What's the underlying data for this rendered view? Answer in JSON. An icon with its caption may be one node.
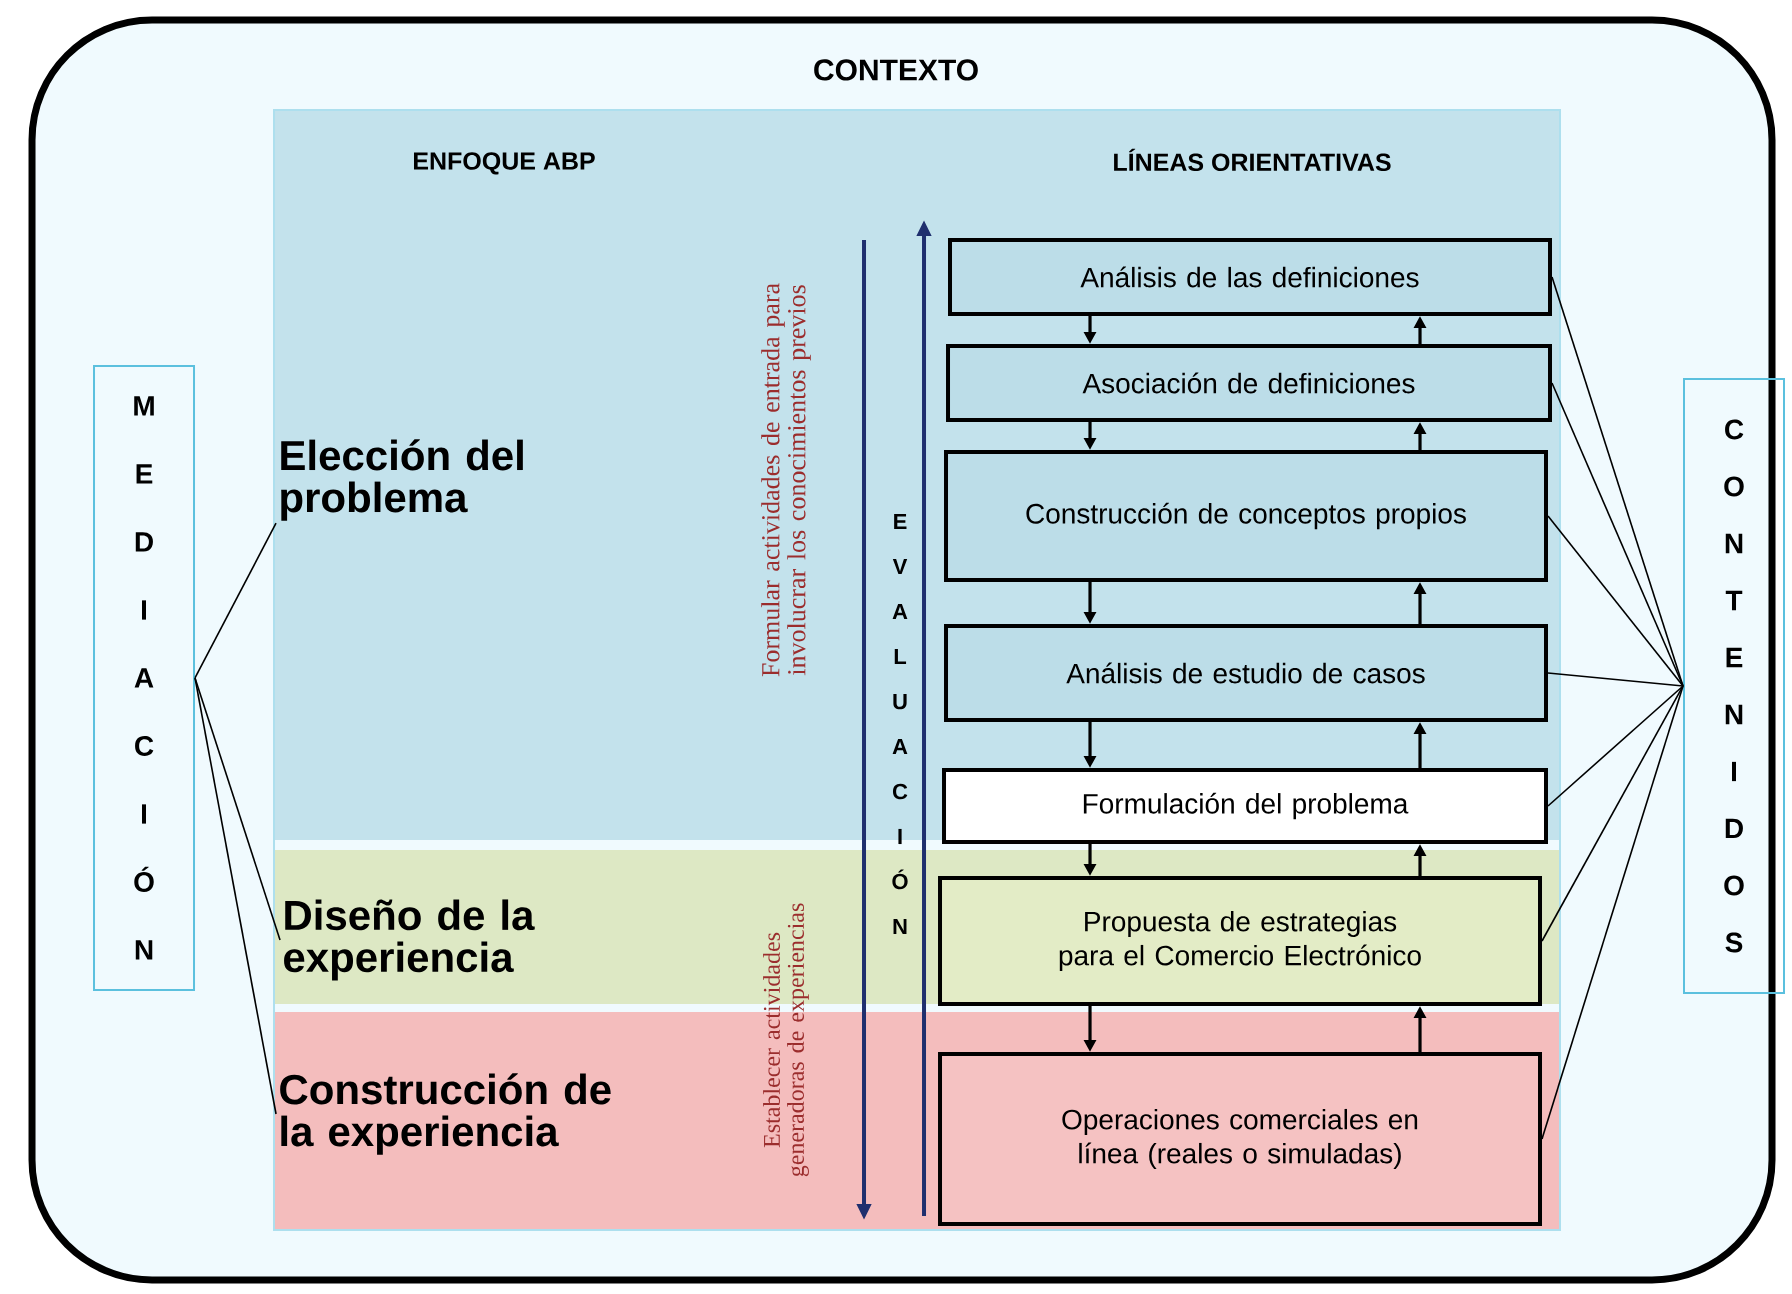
{
  "diagram": {
    "nodes": [
      {
        "text": [
          "CONTEXTO"
        ]
      },
      {
        "text": [
          "ENFOQUE ABP",
          "LÍNEAS ORIENTATIVAS"
        ],
        "in": 0
      },
      {
        "text": [
          "M E D I A C I Ó N"
        ],
        "in": 0
      },
      {
        "text": [
          "C O N T E N I D O S"
        ],
        "in": 0
      },
      {
        "text": [
          "Elección del problema"
        ],
        "in": 1
      },
      {
        "text": [
          "Diseño de la experiencia"
        ],
        "in": 1
      },
      {
        "text": [
          "Construcción de la experiencia"
        ],
        "in": 1
      },
      {
        "text": [
          "Análisis de las definiciones"
        ],
        "in": 1
      },
      {
        "text": [
          "Asociación de definiciones"
        ],
        "in": 1
      },
      {
        "text": [
          "Construcción de conceptos propios"
        ],
        "in": 1
      },
      {
        "text": [
          "Análisis de estudio de casos"
        ],
        "in": 1
      },
      {
        "text": [
          "Formulación del problema"
        ],
        "in": 1
      },
      {
        "text": [
          "Propuesta de estrategias para el Comercio Electrónico"
        ],
        "in": 1
      },
      {
        "text": [
          "Operaciones comerciales en línea (reales o simuladas)"
        ],
        "in": 1
      }
    ],
    "edges": [
      {
        "from": 2,
        "to": 4,
        "arrow": "none"
      },
      {
        "from": 2,
        "to": 5,
        "arrow": "none"
      },
      {
        "from": 2,
        "to": 6,
        "arrow": "none"
      },
      {
        "from": 7,
        "to": 8,
        "arrow": "to"
      },
      {
        "from": 8,
        "to": 7,
        "arrow": "to"
      },
      {
        "from": 8,
        "to": 9,
        "arrow": "to"
      },
      {
        "from": 9,
        "to": 8,
        "arrow": "to"
      },
      {
        "from": 9,
        "to": 10,
        "arrow": "to"
      },
      {
        "from": 10,
        "to": 9,
        "arrow": "to"
      },
      {
        "from": 10,
        "to": 11,
        "arrow": "to"
      },
      {
        "from": 11,
        "to": 10,
        "arrow": "to"
      },
      {
        "from": 11,
        "to": 12,
        "arrow": "to"
      },
      {
        "from": 12,
        "to": 11,
        "arrow": "to"
      },
      {
        "from": 12,
        "to": 13,
        "arrow": "to"
      },
      {
        "from": 13,
        "to": 12,
        "arrow": "to"
      },
      {
        "from": 7,
        "to": 3,
        "arrow": "none"
      },
      {
        "from": 8,
        "to": 3,
        "arrow": "none"
      },
      {
        "from": 9,
        "to": 3,
        "arrow": "none"
      },
      {
        "from": 10,
        "to": 3,
        "arrow": "none"
      },
      {
        "from": 11,
        "to": 3,
        "arrow": "none"
      },
      {
        "from": 12,
        "to": 3,
        "arrow": "none"
      },
      {
        "from": 13,
        "to": 3,
        "arrow": "none"
      }
    ],
    "labels": [
      "Formular actividades de entrada para involucrar los conocimientos previos",
      "E V A L U A C I Ó N",
      "Establecer actividades generadoras de experiencias"
    ]
  }
}
